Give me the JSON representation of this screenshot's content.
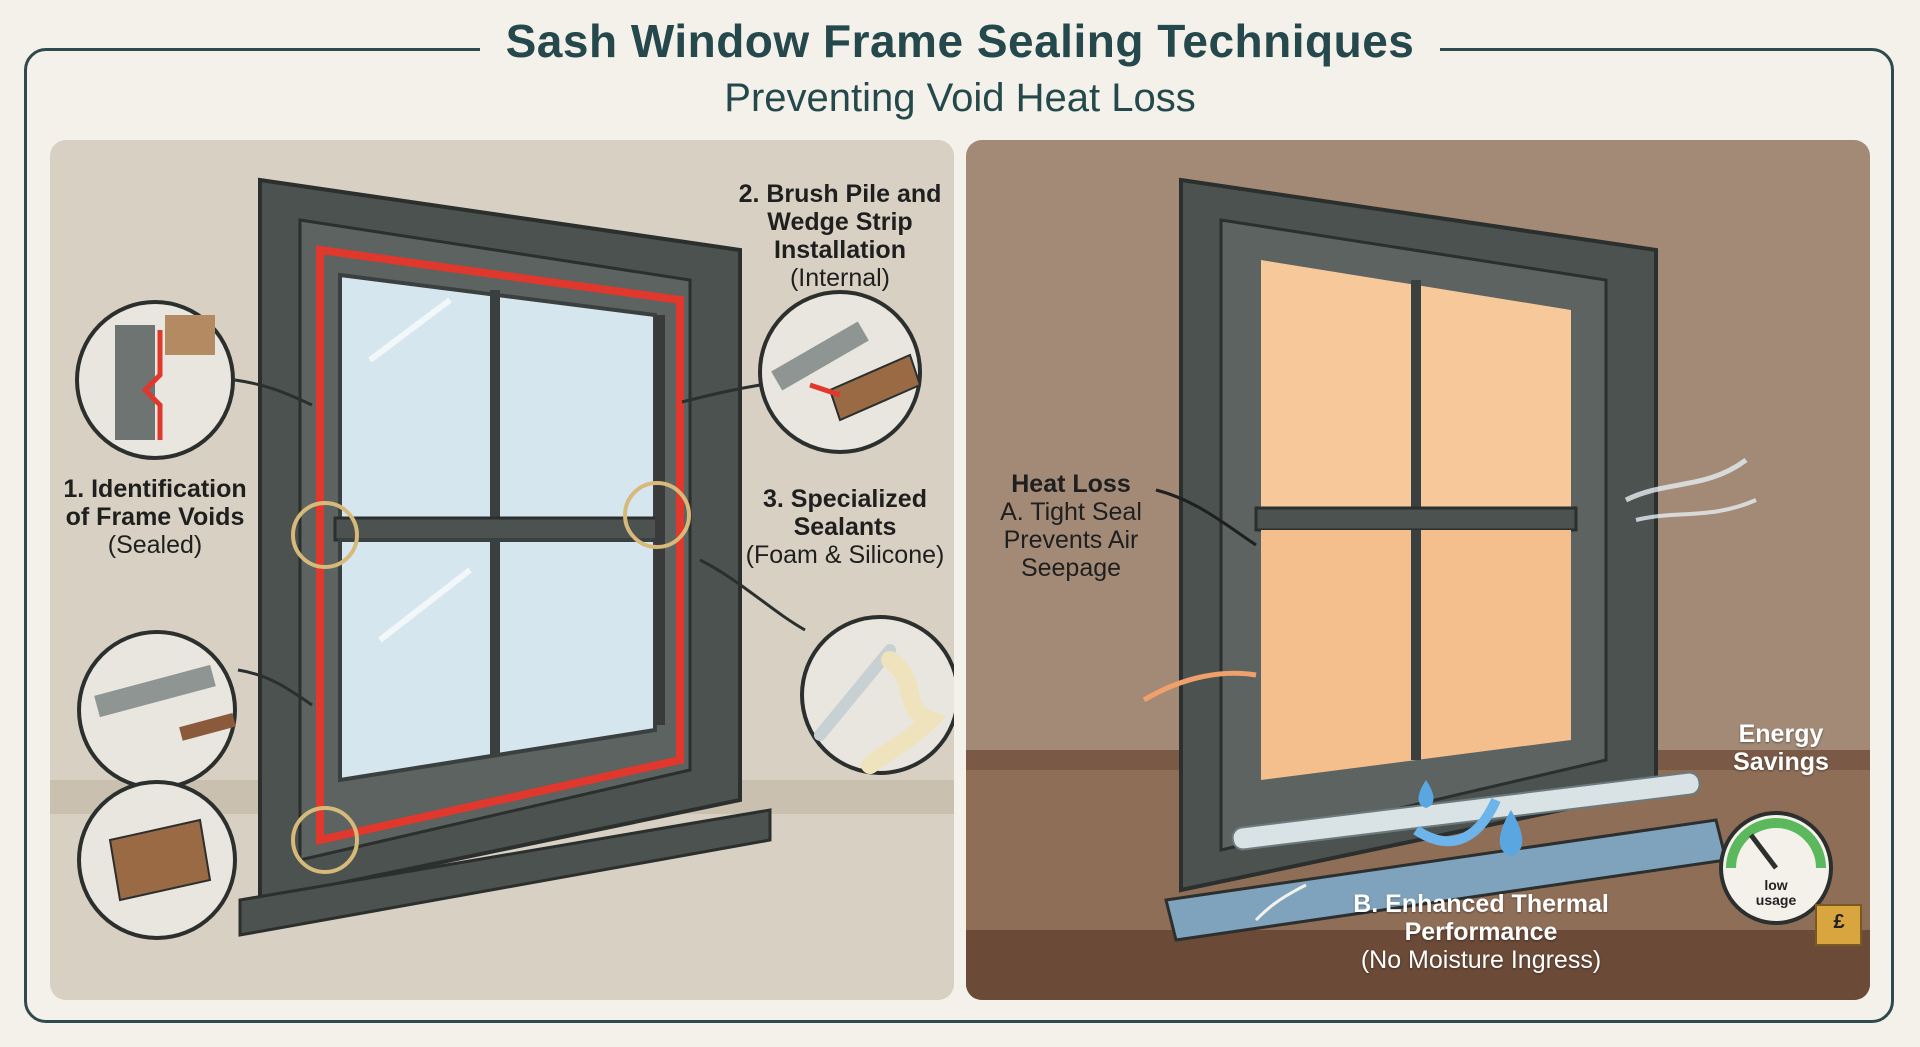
{
  "title": "Sash Window Frame Sealing Techniques",
  "subtitle": "Preventing Void Heat Loss",
  "left_panel": {
    "callout1": {
      "heading": "1. Identification of Frame Voids",
      "sub": "(Sealed)"
    },
    "callout2": {
      "heading": "2. Brush Pile and Wedge Strip Installation",
      "sub": "(Internal)"
    },
    "callout3": {
      "heading": "3. Specialized Sealants",
      "sub": "(Foam & Silicone)"
    }
  },
  "right_panel": {
    "heat_loss": {
      "heading": "Heat Loss",
      "sub": "A. Tight Seal Prevents Air Seepage"
    },
    "thermal": {
      "heading": "B. Enhanced Thermal Performance",
      "sub": "(No Moisture Ingress)"
    },
    "energy": {
      "heading": "Energy Savings",
      "gauge_label": "low usage",
      "coin_symbol": "£"
    }
  },
  "colors": {
    "accent_teal": "#24484b",
    "seal_red": "#e0382d",
    "window_frame": "#4b5250",
    "warm_glow": "#f7c89a",
    "highlight_ring": "#d7b97a"
  }
}
